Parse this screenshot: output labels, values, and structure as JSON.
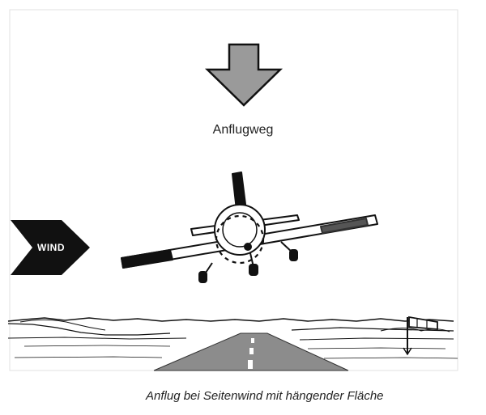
{
  "figure": {
    "approach_label": "Anflugweg",
    "wind_label": "WIND",
    "caption": "Anflug bei Seitenwind mit hängender Fläche"
  },
  "colors": {
    "frame": "#dddddd",
    "arrow_fill": "#999999",
    "arrow_stroke": "#111111",
    "ink": "#111111",
    "runway": "#8c8c8c",
    "background": "#ffffff"
  },
  "icons": {
    "approach_arrow": "arrow-down-icon",
    "wind_arrow": "arrow-right-icon",
    "windsock": "windsock-icon"
  }
}
